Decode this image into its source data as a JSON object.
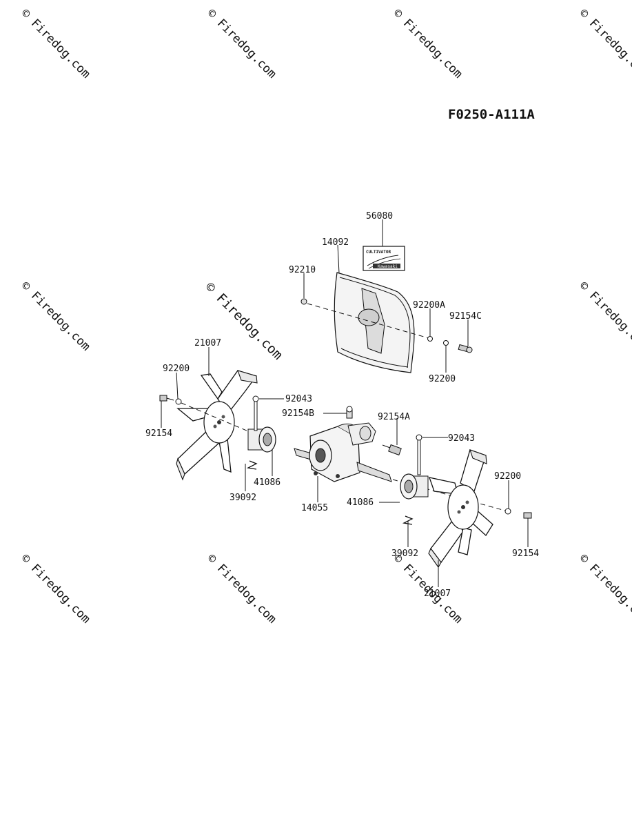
{
  "diagram_code": "F0250-A111A",
  "watermark": {
    "text": "© Firedog.com"
  },
  "decal": {
    "line1": "CULTIVATOR",
    "line2": "Kawasaki"
  },
  "parts": {
    "p56080": "56080",
    "p14092": "14092",
    "p92210": "92210",
    "p92200A": "92200A",
    "p92154C": "92154C",
    "p92200_top": "92200",
    "p21007_left": "21007",
    "p92200_left": "92200",
    "p92154_left": "92154",
    "p92043_left": "92043",
    "p92154B": "92154B",
    "p92154A": "92154A",
    "p92043_right": "92043",
    "p41086_left": "41086",
    "p39092_left": "39092",
    "p14055": "14055",
    "p41086_right": "41086",
    "p92200_right": "92200",
    "p39092_right": "39092",
    "p92154_right": "92154",
    "p21007_right": "21007"
  }
}
